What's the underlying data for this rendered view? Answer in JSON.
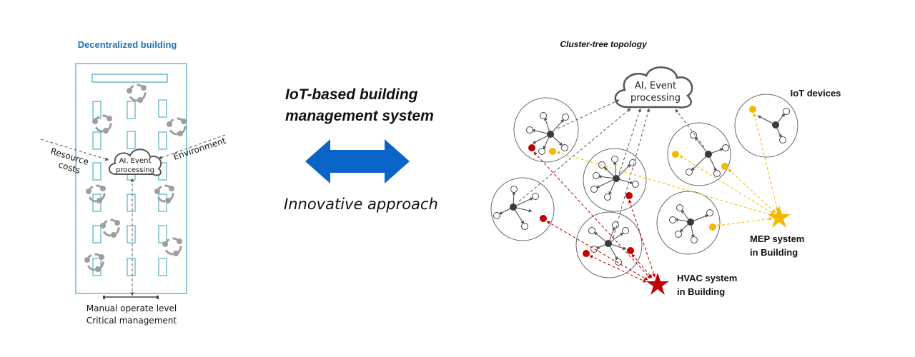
{
  "left_panel": {
    "title": "Decentralized building",
    "cloud_line1": "AI, Event",
    "cloud_line2": "processing",
    "label_resource_line1": "Resource",
    "label_resource_line2": "costs",
    "label_environment": "Environment",
    "footer_line1": "Manual operate level",
    "footer_line2": "Critical management"
  },
  "center": {
    "headline_line1": "IoT-based building",
    "headline_line2": "management system",
    "subtitle": "Innovative approach",
    "arrow_color": "#0a63c7"
  },
  "right_panel": {
    "title": "Cluster-tree topology",
    "cloud_line1": "AI, Event",
    "cloud_line2": "processing",
    "iot_label": "IoT devices",
    "mep_line1": "MEP system",
    "mep_line2": "in Building",
    "hvac_line1": "HVAC system",
    "hvac_line2": "in Building",
    "colors": {
      "mep": "#f5b800",
      "hvac": "#c00000",
      "hub": "#3a3a3a"
    }
  }
}
